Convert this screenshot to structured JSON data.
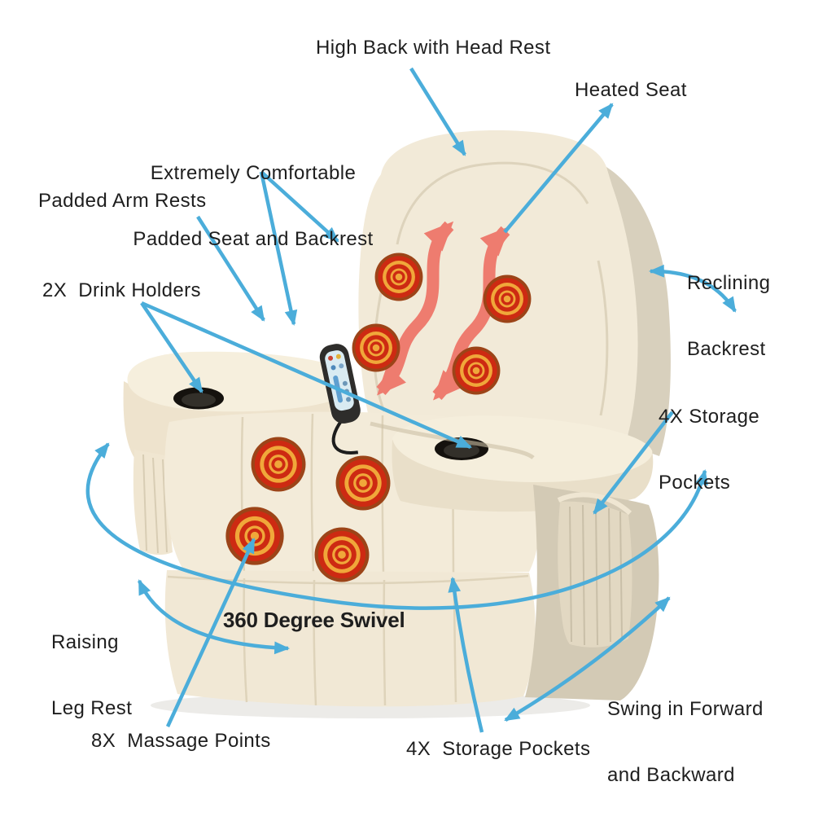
{
  "figure": {
    "subject": "massage recliner chair feature infographic"
  },
  "labels": {
    "high_back": "High Back with Head Rest",
    "heated_seat": "Heated Seat",
    "comfortable_line1": "Extremely Comfortable",
    "comfortable_line2": "Padded Seat and Backrest",
    "padded_arm_rests": "Padded Arm Rests",
    "drink_holders": "2X  Drink Holders",
    "reclining_line1": "Reclining",
    "reclining_line2": "Backrest",
    "storage_right_line1": "4X Storage",
    "storage_right_line2": "Pockets",
    "raising_line1": "Raising",
    "raising_line2": "Leg Rest",
    "swivel": "360 Degree Swivel",
    "swing_line1": "Swing in Forward",
    "swing_line2": "and Backward",
    "massage_points": "8X  Massage Points",
    "storage_bottom": "4X  Storage Pockets"
  },
  "colors": {
    "arrow_blue": "#4badda",
    "heat_red": "#ee7c6f",
    "target_red": "#cd2a12",
    "target_orange": "#f0a73a",
    "target_rim": "#9c4418",
    "chair_cream": "#f2ead8",
    "chair_panel": "#e9dfc9",
    "chair_side": "#d3cab5",
    "label_text": "#1e1e1e"
  }
}
